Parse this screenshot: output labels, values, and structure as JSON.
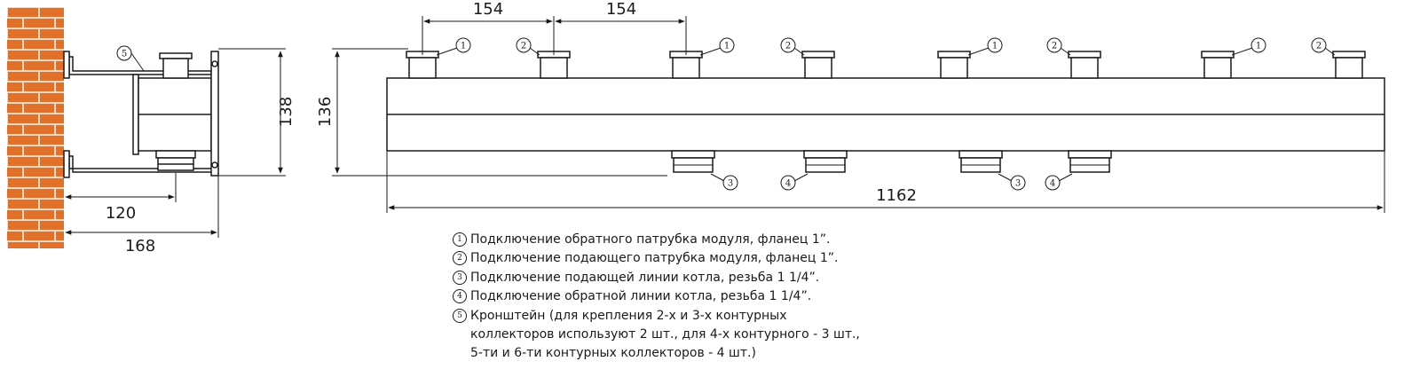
{
  "colors": {
    "brick": "#e0702a",
    "mortar": "#f2d9c4",
    "line": "#1a1a1a"
  },
  "dimensions": {
    "spacing_a": "154",
    "spacing_b": "154",
    "side_height": "138",
    "front_height": "136",
    "total_length": "1162",
    "bracket_offset": "120",
    "depth": "168"
  },
  "markers": {
    "m1": "1",
    "m2": "2",
    "m3": "3",
    "m4": "4",
    "m5": "5"
  },
  "legend": [
    {
      "num": "1",
      "text": "Подключение обратного патрубка модуля, фланец 1”."
    },
    {
      "num": "2",
      "text": "Подключение подающего патрубка модуля, фланец 1”."
    },
    {
      "num": "3",
      "text": "Подключение подающей линии котла, резьба 1 1/4”."
    },
    {
      "num": "4",
      "text": "Подключение обратной линии котла, резьба 1 1/4”."
    },
    {
      "num": "5",
      "text": "Кронштейн (для крепления 2-х и 3-х контурных",
      "cont1": "коллекторов используют 2 шт., для 4-х  контурного - 3 шт.,",
      "cont2": "5-ти и 6-ти контурных коллекторов - 4 шт.)"
    }
  ]
}
